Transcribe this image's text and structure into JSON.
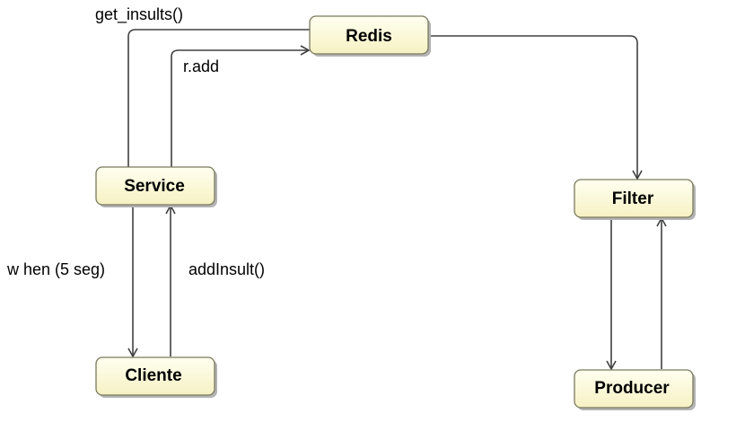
{
  "nodes": {
    "redis": "Redis",
    "service": "Service",
    "cliente": "Cliente",
    "filter": "Filter",
    "producer": "Producer"
  },
  "edges": {
    "get_insults": "get_insults()",
    "r_add": "r.add",
    "when": "w hen (5 seg)",
    "add_insult": "addInsult()"
  },
  "colors": {
    "node_fill": "#fdfbd8",
    "node_border": "#7a7a5e",
    "node_shadow": "#b3b3b3",
    "edge": "#404040"
  }
}
